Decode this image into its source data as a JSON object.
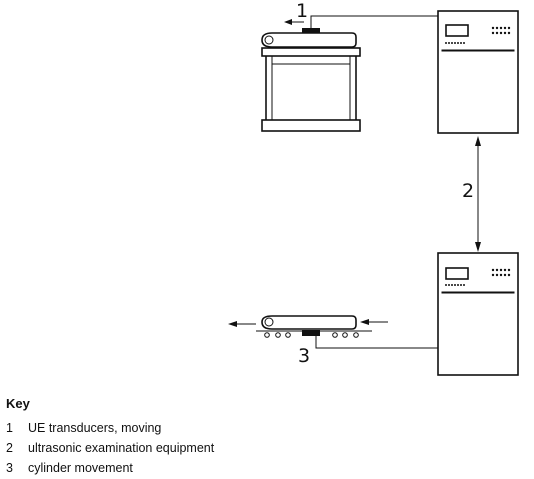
{
  "callouts": {
    "one": "1",
    "two": "2",
    "three": "3"
  },
  "key": {
    "title": "Key",
    "items": [
      {
        "num": "1",
        "text": "UE transducers, moving"
      },
      {
        "num": "2",
        "text": "ultrasonic examination equipment"
      },
      {
        "num": "3",
        "text": "cylinder movement"
      }
    ]
  }
}
